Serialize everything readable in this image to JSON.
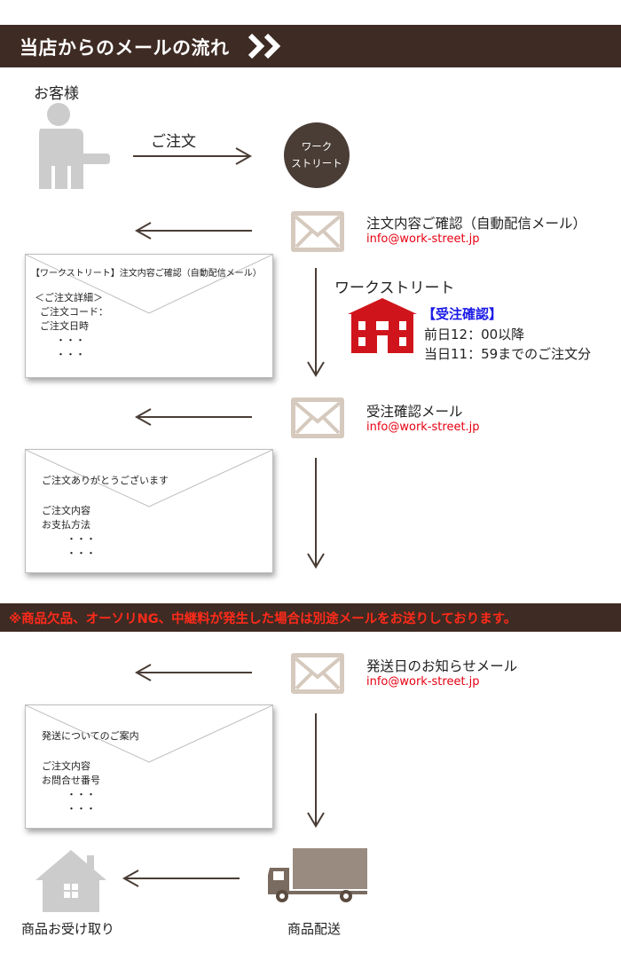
{
  "header": {
    "title": "当店からのメールの流れ"
  },
  "customer": {
    "label": "お客様"
  },
  "order": {
    "label": "ご注文"
  },
  "company": {
    "line1": "ワーク",
    "line2": "ストリート"
  },
  "step1": {
    "title": "注文内容ご確認（自動配信メール）",
    "email": "info@work-street.jp",
    "letter": {
      "title": "【ワークストリート】注文内容ご確認（自動配信メール）",
      "lines": [
        "＜ご注文詳細＞",
        "ご注文コード：",
        "ご注文日時",
        "・・・",
        "・・・"
      ]
    }
  },
  "accept": {
    "company": "ワークストリート",
    "title": "【受注確認】",
    "line1": "前日12：00以降",
    "line2": "当日11：59までのご注文分"
  },
  "step2": {
    "title": "受注確認メール",
    "email": "info@work-street.jp",
    "letter": {
      "lines": [
        "ご注文ありがとうございます",
        "ご注文内容",
        "お支払方法",
        "・・・",
        "・・・"
      ]
    }
  },
  "notice": {
    "text": "※商品欠品、オーソリNG、中継料が発生した場合は別途メールをお送りしております。"
  },
  "step3": {
    "title": "発送日のお知らせメール",
    "email": "info@work-street.jp",
    "letter": {
      "lines": [
        "発送についてのご案内",
        "ご注文内容",
        "お問合せ番号",
        "・・・",
        "・・・"
      ]
    }
  },
  "bottom": {
    "receive": "商品お受け取り",
    "delivery": "商品配送"
  },
  "colors": {
    "brown": "#3e2b23",
    "envelope": "#d6c9bd",
    "red": "#e60012",
    "blue": "#1a1ae6",
    "house_red": "#d0141b",
    "gray": "#cccccc",
    "truck": "#9a8b80",
    "arrow": "#4a3d36"
  }
}
